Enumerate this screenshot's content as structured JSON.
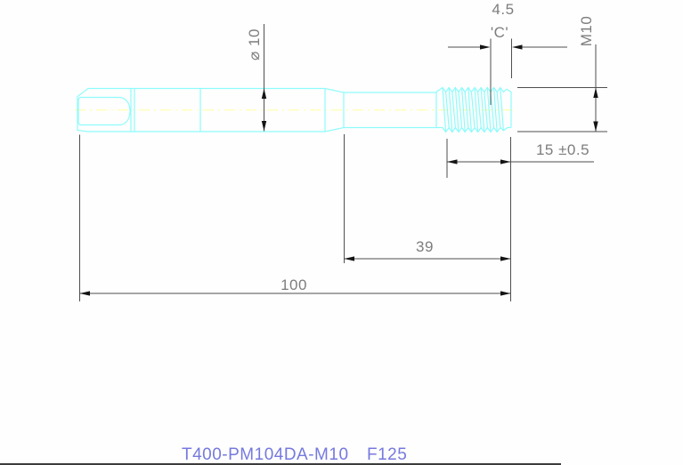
{
  "colors": {
    "part": "#8ffbfb",
    "centerline": "#ffff9e",
    "dim": "#4f4f4f",
    "arrow": "#141414",
    "dimtext": "#7d7d7d",
    "title": "#7579de",
    "frame": "#3c3c3c"
  },
  "dimensions": {
    "shank_diameter": "⌀ 10",
    "chamfer_length": "4.5",
    "chamfer_label": "'C'",
    "thread_spec": "M10",
    "thread_length": "15 ±0.5",
    "threaded_section_length": "39",
    "overall_length": "100"
  },
  "footer": {
    "part_number": "T400-PM104DA-M10",
    "code": "F125"
  }
}
